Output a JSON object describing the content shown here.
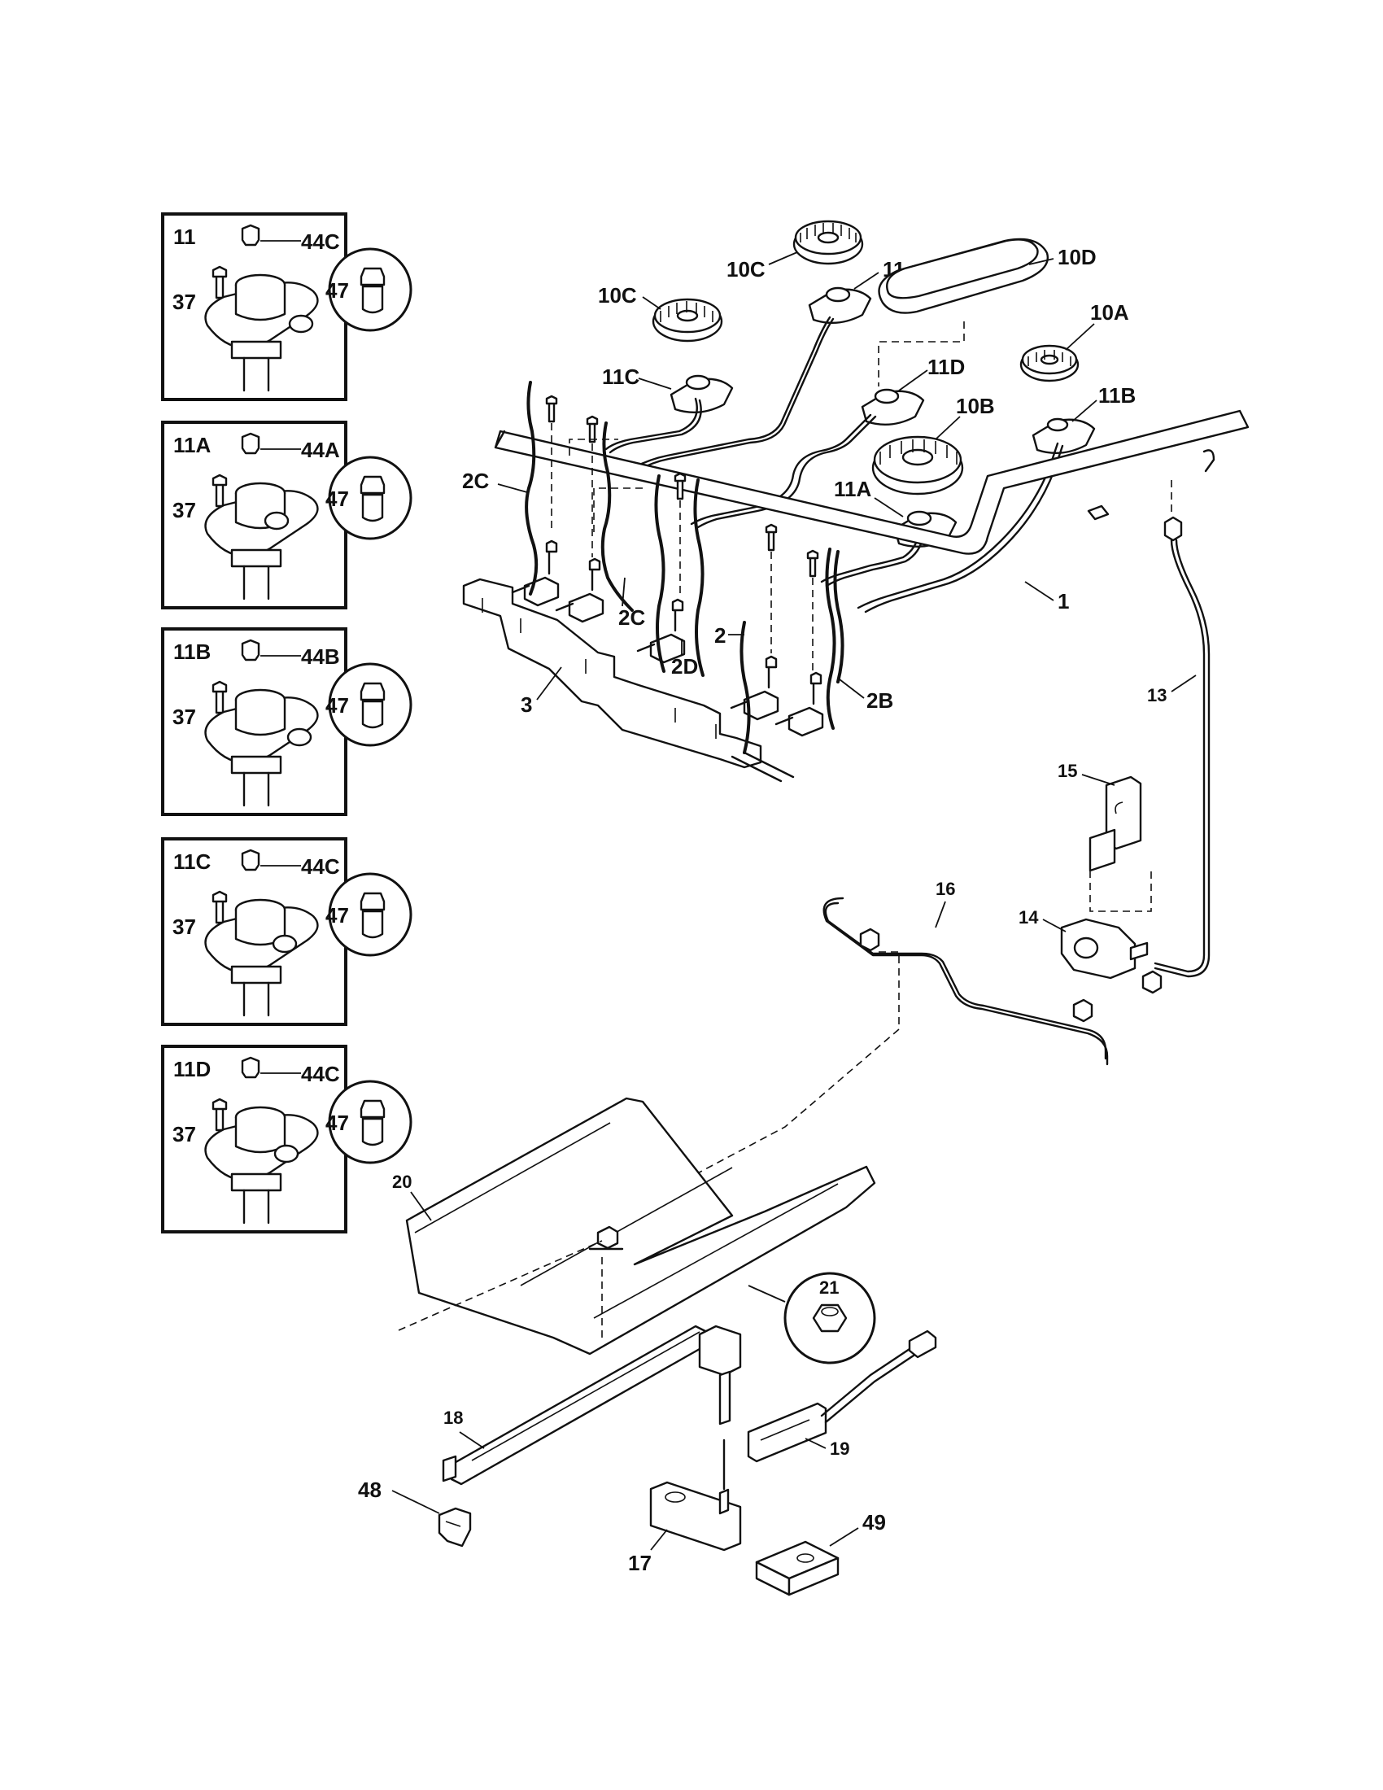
{
  "insets": [
    {
      "title": "11",
      "cap_label": "44C",
      "screw_label": "37",
      "orifice_label": "47"
    },
    {
      "title": "11A",
      "cap_label": "44A",
      "screw_label": "37",
      "orifice_label": "47"
    },
    {
      "title": "11B",
      "cap_label": "44B",
      "screw_label": "37",
      "orifice_label": "47"
    },
    {
      "title": "11C",
      "cap_label": "44C",
      "screw_label": "37",
      "orifice_label": "47"
    },
    {
      "title": "11D",
      "cap_label": "44C",
      "screw_label": "37",
      "orifice_label": "47"
    }
  ],
  "callouts": {
    "c10C_top": "10C",
    "c11_top": "11",
    "c10D": "10D",
    "c10C_left": "10C",
    "c11C": "11C",
    "c10A": "10A",
    "c11D": "11D",
    "c10B": "10B",
    "c11B": "11B",
    "c2C_left": "2C",
    "c11A": "11A",
    "c1": "1",
    "c2C_mid": "2C",
    "c2D": "2D",
    "c2": "2",
    "c3": "3",
    "c2B": "2B",
    "c13": "13",
    "c15": "15",
    "c16": "16",
    "c14": "14",
    "c20": "20",
    "c21": "21",
    "c18": "18",
    "c19": "19",
    "c48": "48",
    "c49": "49",
    "c17": "17"
  }
}
